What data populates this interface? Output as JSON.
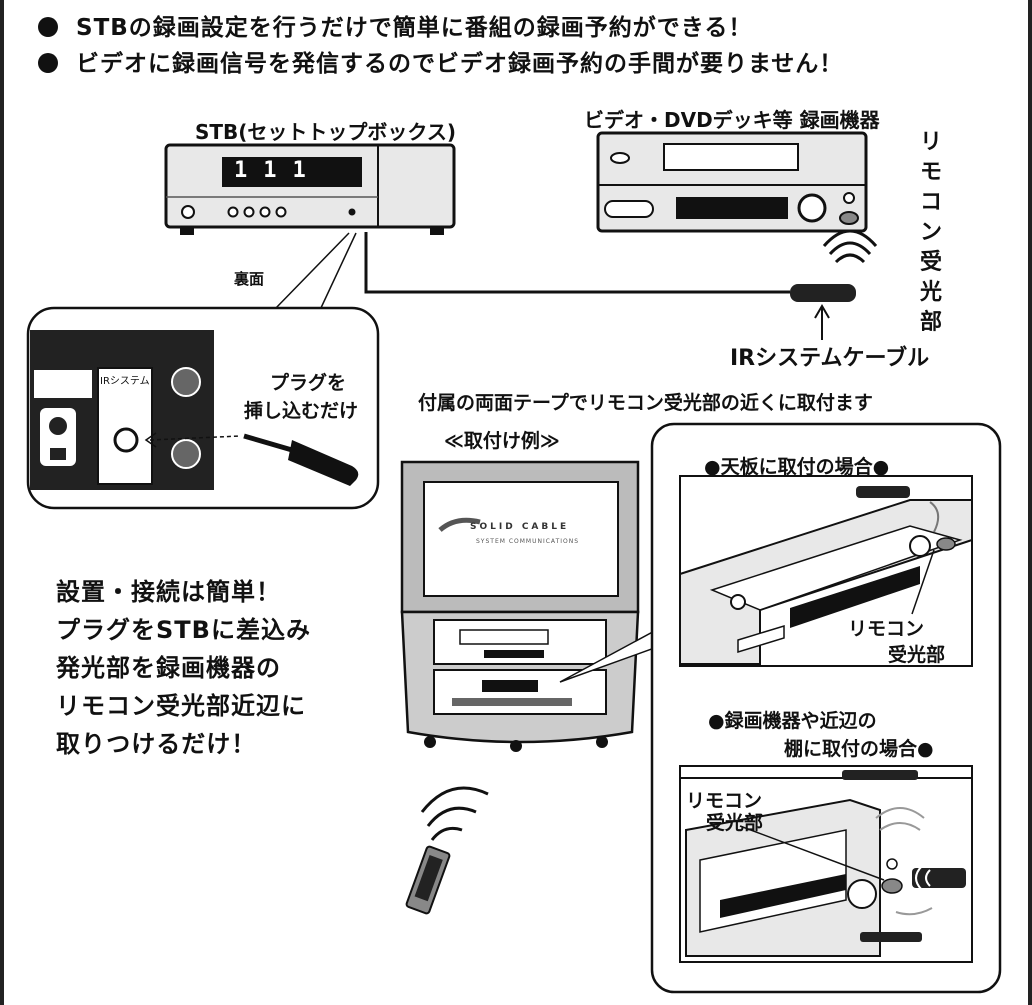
{
  "bullets": [
    "STBの録画設定を行うだけで簡単に番組の録画予約ができる！",
    "ビデオに録画信号を発信するのでビデオ録画予約の手間が要りません！"
  ],
  "stb": {
    "label": "STB(セットトップボックス)",
    "display": "111"
  },
  "recorder": {
    "label": "ビデオ・DVDデッキ等 録画機器"
  },
  "receiver_vertical": [
    "リ",
    "モ",
    "コ",
    "ン",
    "受",
    "光",
    "部"
  ],
  "back_label": "裏面",
  "ir_port_label": "IRシステム",
  "plug_text": [
    "プラグを",
    "挿し込むだけ"
  ],
  "ir_cable_label": "IRシステムケーブル",
  "tape_label": "付属の両面テープでリモコン受光部の近くに取付ます",
  "example_label": "≪取付け例≫",
  "tv_logo": [
    "SOLID CABLE",
    "SYSTEM COMMUNICATIONS"
  ],
  "install_text": [
    "設置・接続は簡単！",
    "プラグをSTBに差込み",
    "発光部を録画機器の",
    "リモコン受光部近辺に",
    "取りつけるだけ！"
  ],
  "case_top": {
    "title": "●天板に取付の場合●",
    "receiver": [
      "リモコン",
      "受光部"
    ]
  },
  "case_shelf": {
    "title": [
      "●録画機器や近辺の",
      "棚に取付の場合●"
    ],
    "receiver": [
      "リモコン",
      "受光部"
    ]
  }
}
